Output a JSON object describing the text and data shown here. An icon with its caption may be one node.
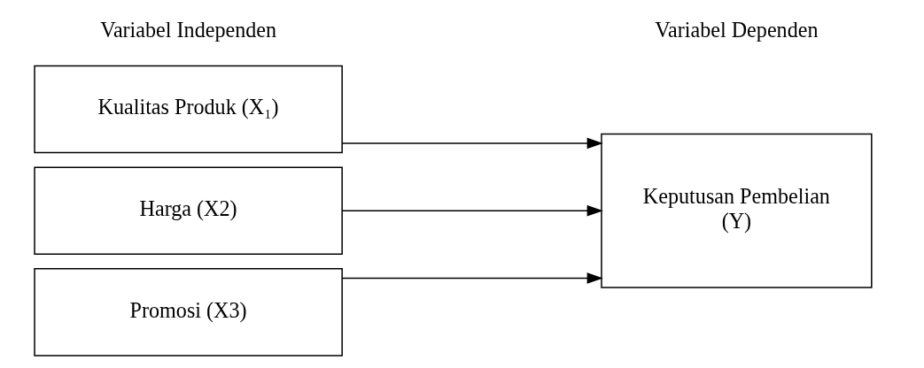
{
  "diagram": {
    "nodes": [
      {
        "text": [
          "Kualitas Produk (X₁)"
        ]
      },
      {
        "text": [
          "Harga (X2)"
        ]
      },
      {
        "text": [
          "Promosi (X3)"
        ]
      },
      {
        "text": [
          "Keputusan Pembelian",
          "(Y)"
        ]
      }
    ],
    "edges": [
      {
        "from": 0,
        "to": 3,
        "arrow": "to"
      },
      {
        "from": 1,
        "to": 3,
        "arrow": "to"
      },
      {
        "from": 2,
        "to": 3,
        "arrow": "to"
      }
    ],
    "labels": [
      "Variabel Independen",
      "Variabel Dependen"
    ]
  }
}
